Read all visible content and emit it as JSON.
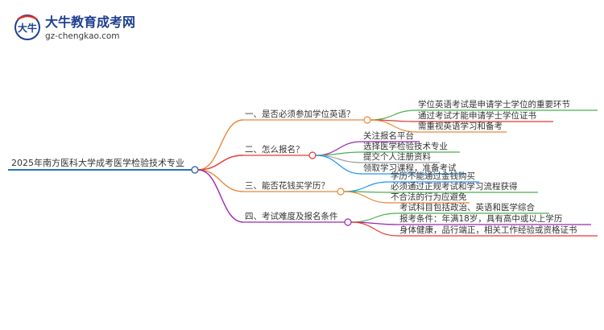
{
  "logo": {
    "brand": "大牛教育成考网",
    "url": "gz-chengkao.com",
    "mark_text": "大牛"
  },
  "root": {
    "label": "2025年南方医科大学成考医学检验技术专业"
  },
  "branches": [
    {
      "label": "一、是否必须参加学位英语？",
      "color": "#e8883a",
      "children": [
        {
          "label": "学位英语考试是申请学士学位的重要环节",
          "color": "#4caf50"
        },
        {
          "label": "通过考试才能申请学士学位证书",
          "color": "#e53935"
        },
        {
          "label": "需重视英语学习和备考",
          "color": "#e8883a"
        }
      ]
    },
    {
      "label": "二、怎么报名？",
      "color": "#e53935",
      "children": [
        {
          "label": "关注报名平台",
          "color": "#9c27b0"
        },
        {
          "label": "选择医学检验技术专业",
          "color": "#4caf50"
        },
        {
          "label": "提交个人注册资料",
          "color": "#9e9e9e"
        },
        {
          "label": "领取学习课程，准备考试",
          "color": "#2196f3"
        }
      ]
    },
    {
      "label": "三、能否花钱买学历？",
      "color": "#e8883a",
      "children": [
        {
          "label": "学历不能通过金钱购买",
          "color": "#2196f3"
        },
        {
          "label": "必须通过正规考试和学习流程获得",
          "color": "#4caf50"
        },
        {
          "label": "不合法的行为应避免",
          "color": "#e8883a"
        }
      ]
    },
    {
      "label": "四、考试难度及报名条件",
      "color": "#9c27b0",
      "children": [
        {
          "label": "考试科目包括政治、英语和医学综合",
          "color": "#4caf50"
        },
        {
          "label": "报考条件：年满18岁，具有高中或以上学历",
          "color": "#9c27b0"
        },
        {
          "label": "身体健康，品行端正，相关工作经验或资格证书",
          "color": "#e53935"
        }
      ]
    }
  ],
  "colors": {
    "root_line": "#2c6fb5",
    "root_circle": "#4a6fa5",
    "logo_blue": "#1f3f8f"
  }
}
